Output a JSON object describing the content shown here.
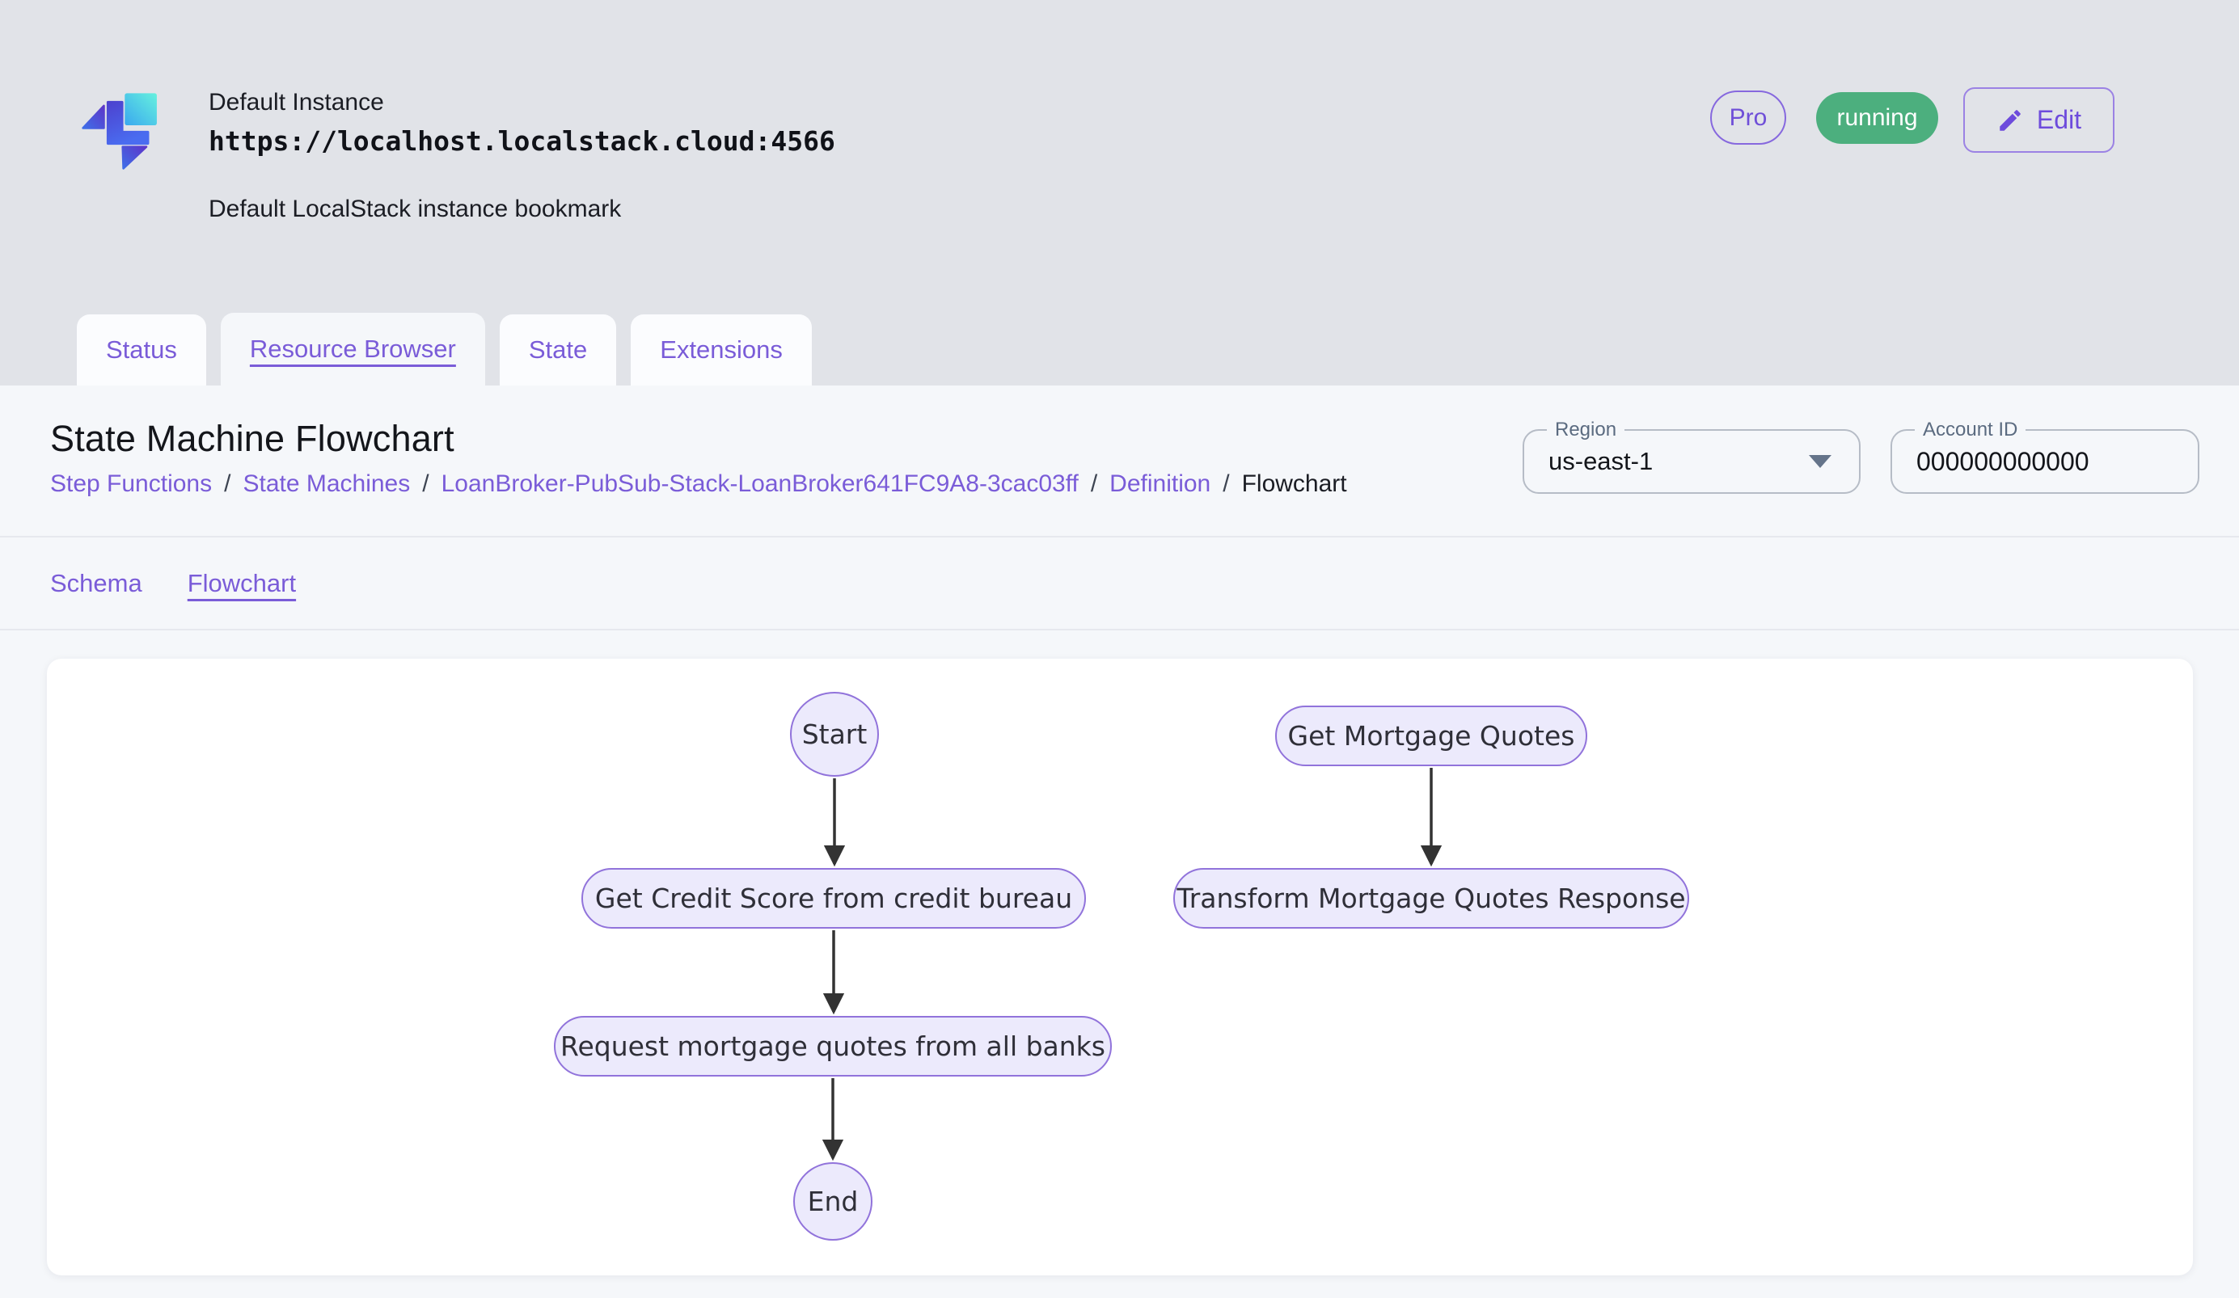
{
  "header": {
    "instance_name": "Default Instance",
    "instance_url": "https://localhost.localstack.cloud:4566",
    "instance_description": "Default LocalStack instance bookmark",
    "pro_badge": "Pro",
    "status_badge": "running",
    "edit_button": "Edit"
  },
  "tabs": [
    {
      "label": "Status",
      "active": false
    },
    {
      "label": "Resource Browser",
      "active": true
    },
    {
      "label": "State",
      "active": false
    },
    {
      "label": "Extensions",
      "active": false
    }
  ],
  "page": {
    "title": "State Machine Flowchart",
    "breadcrumb_separator": "/",
    "breadcrumb": [
      {
        "label": "Step Functions",
        "link": true
      },
      {
        "label": "State Machines",
        "link": true
      },
      {
        "label": "LoanBroker-PubSub-Stack-LoanBroker641FC9A8-3cac03ff",
        "link": true
      },
      {
        "label": "Definition",
        "link": true
      },
      {
        "label": "Flowchart",
        "link": false
      }
    ],
    "region_field": {
      "label": "Region",
      "value": "us-east-1"
    },
    "account_field": {
      "label": "Account ID",
      "value": "000000000000"
    },
    "subtabs": [
      {
        "label": "Schema",
        "active": false
      },
      {
        "label": "Flowchart",
        "active": true
      }
    ]
  },
  "flowchart": {
    "nodes": [
      {
        "id": "start",
        "label": "Start",
        "shape": "ellipse"
      },
      {
        "id": "get-credit-score",
        "label": "Get Credit Score from credit bureau",
        "shape": "stadium"
      },
      {
        "id": "request-quotes",
        "label": "Request mortgage quotes from all banks",
        "shape": "stadium"
      },
      {
        "id": "end",
        "label": "End",
        "shape": "ellipse"
      },
      {
        "id": "get-mortgage-quotes",
        "label": "Get Mortgage Quotes",
        "shape": "stadium"
      },
      {
        "id": "transform-response",
        "label": "Transform Mortgage Quotes Response",
        "shape": "stadium"
      }
    ],
    "edges": [
      {
        "from": "start",
        "to": "get-credit-score"
      },
      {
        "from": "get-credit-score",
        "to": "request-quotes"
      },
      {
        "from": "request-quotes",
        "to": "end"
      },
      {
        "from": "get-mortgage-quotes",
        "to": "transform-response"
      }
    ]
  },
  "icons": {
    "logo": "localstack-logo",
    "edit": "pencil-icon",
    "region_dropdown": "chevron-down-icon"
  },
  "colors": {
    "accent_purple": "#7a5cd8",
    "node_border": "#9173db",
    "node_fill": "#eceafc",
    "status_green": "#4caf7e",
    "header_bg": "#e1e3e8",
    "panel_bg": "#f5f7fa",
    "card_bg": "#ffffff",
    "arrow": "#333333"
  }
}
